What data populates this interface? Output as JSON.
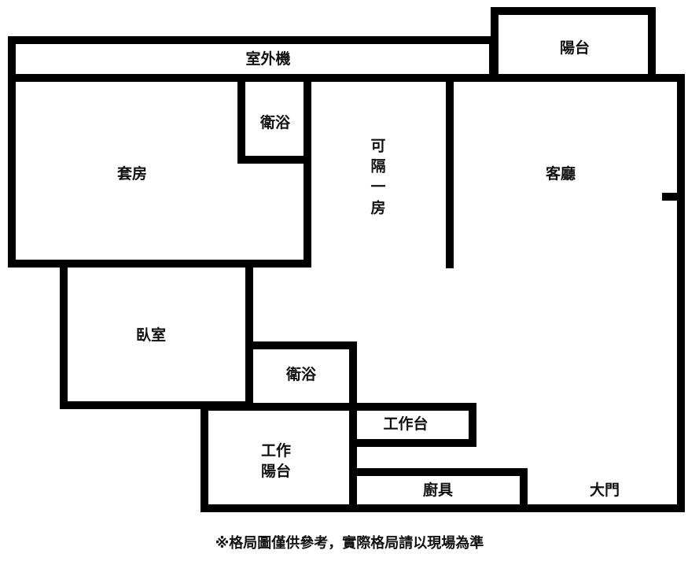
{
  "rooms": {
    "outdoor_unit": "室外機",
    "balcony": "陽台",
    "bath_top": "衛浴",
    "suite": "套房",
    "partition_room": [
      "可",
      "隔",
      "一",
      "房"
    ],
    "living_room": "客廳",
    "bedroom": "臥室",
    "bath_bottom": "衛浴",
    "workbench": "工作台",
    "work_balcony": [
      "工作",
      "陽台"
    ],
    "kitchen": "廚具",
    "main_door": "大門"
  },
  "note": "※格局圖僅供參考，實際格局請以現場為準"
}
